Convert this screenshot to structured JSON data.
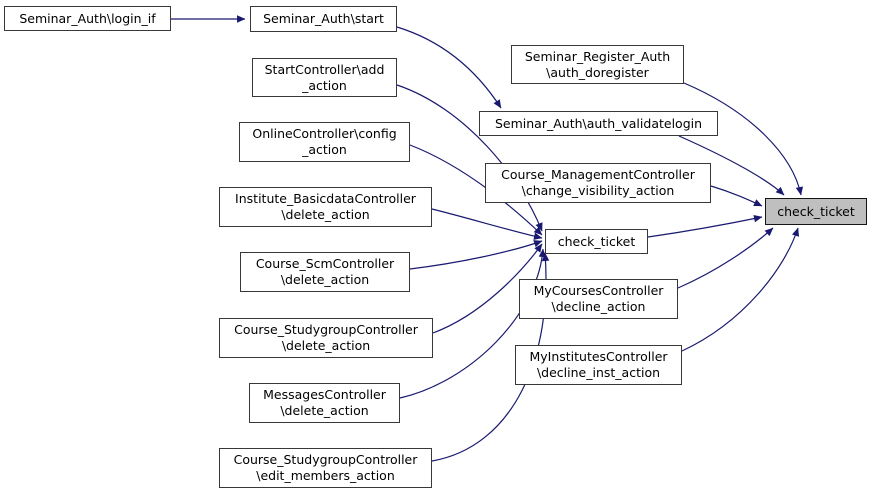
{
  "diagram": {
    "kind": "caller-graph",
    "highlighted_node": "check_ticket",
    "colors": {
      "edge": "#191970",
      "node_border": "#383838",
      "node_fill": "#ffffff",
      "highlight_fill": "#bfbfbf",
      "background": "#ffffff",
      "text": "#000000"
    },
    "nodes": [
      {
        "id": "login_if",
        "label": "Seminar_Auth\\login_if"
      },
      {
        "id": "start",
        "label": "Seminar_Auth\\start"
      },
      {
        "id": "add_action",
        "label": "StartController\\add\n_action"
      },
      {
        "id": "config_action",
        "label": "OnlineController\\config\n_action"
      },
      {
        "id": "institute_delete",
        "label": "Institute_BasicdataController\n\\delete_action"
      },
      {
        "id": "scm_delete",
        "label": "Course_ScmController\n\\delete_action"
      },
      {
        "id": "studygroup_delete",
        "label": "Course_StudygroupController\n\\delete_action"
      },
      {
        "id": "messages_delete",
        "label": "MessagesController\n\\delete_action"
      },
      {
        "id": "edit_members",
        "label": "Course_StudygroupController\n\\edit_members_action"
      },
      {
        "id": "auth_doregister",
        "label": "Seminar_Register_Auth\n\\auth_doregister"
      },
      {
        "id": "auth_validatelogin",
        "label": "Seminar_Auth\\auth_validatelogin"
      },
      {
        "id": "change_visibility",
        "label": "Course_ManagementController\n\\change_visibility_action"
      },
      {
        "id": "check_ticket_mid",
        "label": "check_ticket"
      },
      {
        "id": "decline_action",
        "label": "MyCoursesController\n\\decline_action"
      },
      {
        "id": "decline_inst",
        "label": "MyInstitutesController\n\\decline_inst_action"
      },
      {
        "id": "check_ticket_main",
        "label": "check_ticket"
      }
    ],
    "edges": [
      {
        "from": "login_if",
        "to": "start"
      },
      {
        "from": "start",
        "to": "auth_validatelogin"
      },
      {
        "from": "add_action",
        "to": "check_ticket_mid"
      },
      {
        "from": "config_action",
        "to": "check_ticket_mid"
      },
      {
        "from": "institute_delete",
        "to": "check_ticket_mid"
      },
      {
        "from": "scm_delete",
        "to": "check_ticket_mid"
      },
      {
        "from": "studygroup_delete",
        "to": "check_ticket_mid"
      },
      {
        "from": "messages_delete",
        "to": "check_ticket_mid"
      },
      {
        "from": "edit_members",
        "to": "check_ticket_mid"
      },
      {
        "from": "auth_doregister",
        "to": "check_ticket_main"
      },
      {
        "from": "auth_validatelogin",
        "to": "check_ticket_main"
      },
      {
        "from": "change_visibility",
        "to": "check_ticket_main"
      },
      {
        "from": "check_ticket_mid",
        "to": "check_ticket_main"
      },
      {
        "from": "decline_action",
        "to": "check_ticket_main"
      },
      {
        "from": "decline_inst",
        "to": "check_ticket_main"
      }
    ]
  }
}
